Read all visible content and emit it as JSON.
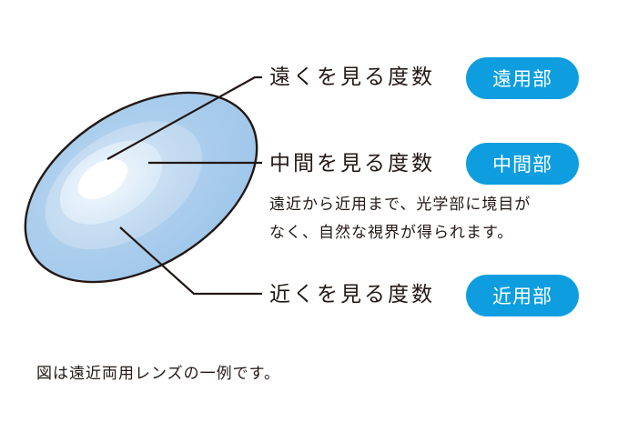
{
  "zones": [
    {
      "id": "far",
      "label": "遠くを見る度数",
      "badge": "遠用部"
    },
    {
      "id": "mid",
      "label": "中間を見る度数",
      "badge": "中間部"
    },
    {
      "id": "near",
      "label": "近くを見る度数",
      "badge": "近用部"
    }
  ],
  "description": {
    "line1": "遠近から近用まで、光学部に境目が",
    "line2": "なく、自然な視界が得られます。"
  },
  "caption": "図は遠近両用レンズの一例です。",
  "colors": {
    "accent": "#0e9ee0",
    "lens_outer": "#a8ccec",
    "lens_mid": "#c4dcf2",
    "lens_inner": "#e2eef9",
    "lens_center": "#ffffff",
    "lens_stroke": "#231815",
    "leader": "#231815"
  }
}
